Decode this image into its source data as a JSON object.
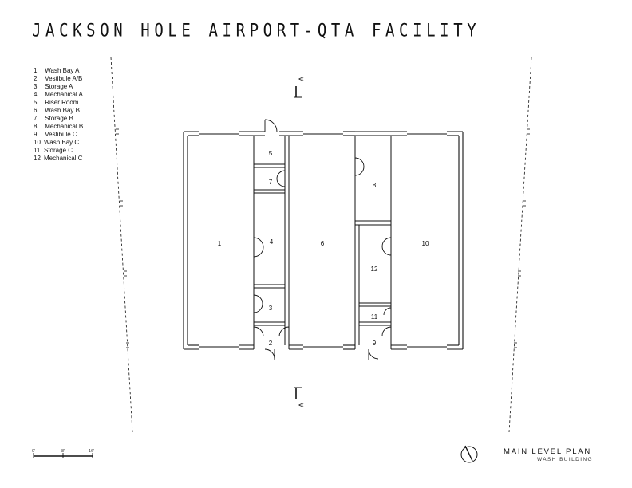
{
  "title": "JACKSON HOLE AIRPORT-QTA FACILITY",
  "legend": [
    {
      "num": "1",
      "name": "Wash Bay A"
    },
    {
      "num": "2",
      "name": "Vestibule A/B"
    },
    {
      "num": "3",
      "name": "Storage A"
    },
    {
      "num": "4",
      "name": "Mechanical A"
    },
    {
      "num": "5",
      "name": "Riser Room"
    },
    {
      "num": "6",
      "name": "Wash Bay B"
    },
    {
      "num": "7",
      "name": "Storage B"
    },
    {
      "num": "8",
      "name": "Mechanical B"
    },
    {
      "num": "9",
      "name": "Vestibule C"
    },
    {
      "num": "10",
      "name": "Wash Bay C"
    },
    {
      "num": "11",
      "name": "Storage C"
    },
    {
      "num": "12",
      "name": "Mechanical C"
    }
  ],
  "room_labels": {
    "r1": "1",
    "r2": "2",
    "r3": "3",
    "r4": "4",
    "r5": "5",
    "r6": "6",
    "r7": "7",
    "r8": "8",
    "r9": "9",
    "r10": "10",
    "r11": "11",
    "r12": "12"
  },
  "section_marker": "A",
  "plan_title": "MAIN LEVEL PLAN",
  "plan_subtitle": "WASH BUILDING",
  "scale_bar": {
    "ticks": [
      "0'",
      "8'",
      "16'"
    ]
  }
}
